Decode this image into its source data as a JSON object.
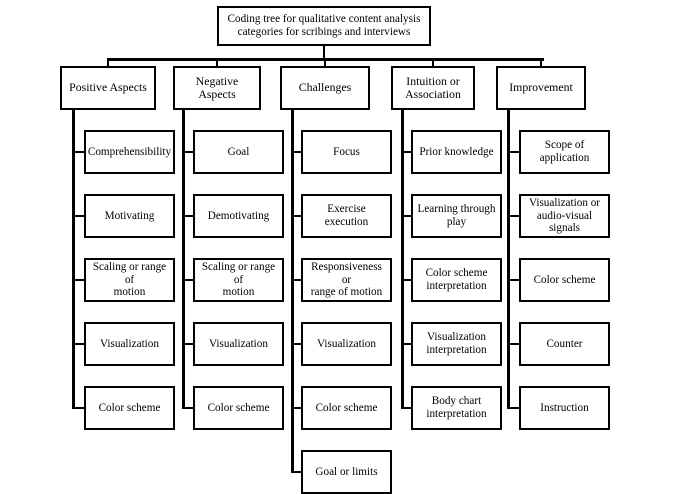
{
  "diagram": {
    "type": "tree",
    "title": "Coding tree for qualitative content analysis categories for scribings and interviews",
    "root": {
      "label": "Coding tree for qualitative content analysis categories for scribings and interviews",
      "line1": "Coding tree for qualitative content analysis",
      "line2": "categories for scribings and interviews"
    },
    "colors": {
      "background": "#ffffff",
      "border": "#000000",
      "text": "#000000",
      "connector": "#000000"
    },
    "columns": [
      {
        "id": "positive-aspects",
        "header": "Positive Aspects",
        "header_lines": [
          "Positive Aspects"
        ],
        "items": [
          {
            "label": "Comprehensibility",
            "lines": [
              "Comprehensibility"
            ]
          },
          {
            "label": "Motivating",
            "lines": [
              "Motivating"
            ]
          },
          {
            "label": "Scaling or range of motion",
            "lines": [
              "Scaling or range of",
              "motion"
            ]
          },
          {
            "label": "Visualization",
            "lines": [
              "Visualization"
            ]
          },
          {
            "label": "Color scheme",
            "lines": [
              "Color scheme"
            ]
          }
        ]
      },
      {
        "id": "negative-aspects",
        "header": "Negative Aspects",
        "header_lines": [
          "Negative Aspects"
        ],
        "items": [
          {
            "label": "Goal",
            "lines": [
              "Goal"
            ]
          },
          {
            "label": "Demotivating",
            "lines": [
              "Demotivating"
            ]
          },
          {
            "label": "Scaling or range of motion",
            "lines": [
              "Scaling or range of",
              "motion"
            ]
          },
          {
            "label": "Visualization",
            "lines": [
              "Visualization"
            ]
          },
          {
            "label": "Color scheme",
            "lines": [
              "Color scheme"
            ]
          }
        ]
      },
      {
        "id": "challenges",
        "header": "Challenges",
        "header_lines": [
          "Challenges"
        ],
        "items": [
          {
            "label": "Focus",
            "lines": [
              "Focus"
            ]
          },
          {
            "label": "Exercise execution",
            "lines": [
              "Exercise execution"
            ]
          },
          {
            "label": "Responsiveness or range of motion",
            "lines": [
              "Responsiveness or",
              "range of motion"
            ]
          },
          {
            "label": "Visualization",
            "lines": [
              "Visualization"
            ]
          },
          {
            "label": "Color scheme",
            "lines": [
              "Color scheme"
            ]
          },
          {
            "label": "Goal or limits",
            "lines": [
              "Goal or limits"
            ]
          }
        ]
      },
      {
        "id": "intuition-or-association",
        "header": "Intuition or Association",
        "header_lines": [
          "Intuition or",
          "Association"
        ],
        "items": [
          {
            "label": "Prior knowledge",
            "lines": [
              "Prior knowledge"
            ]
          },
          {
            "label": "Learning through play",
            "lines": [
              "Learning through",
              "play"
            ]
          },
          {
            "label": "Color scheme interpretation",
            "lines": [
              "Color scheme",
              "interpretation"
            ]
          },
          {
            "label": "Visualization interpretation",
            "lines": [
              "Visualization",
              "interpretation"
            ]
          },
          {
            "label": "Body chart interpretation",
            "lines": [
              "Body chart",
              "interpretation"
            ]
          }
        ]
      },
      {
        "id": "improvement",
        "header": "Improvement",
        "header_lines": [
          "Improvement"
        ],
        "items": [
          {
            "label": "Scope of application",
            "lines": [
              "Scope of",
              "application"
            ]
          },
          {
            "label": "Visualization or audio-visual signals",
            "lines": [
              "Visualization or",
              "audio-visual",
              "signals"
            ]
          },
          {
            "label": "Color scheme",
            "lines": [
              "Color scheme"
            ]
          },
          {
            "label": "Counter",
            "lines": [
              "Counter"
            ]
          },
          {
            "label": "Instruction",
            "lines": [
              "Instruction"
            ]
          }
        ]
      }
    ]
  }
}
